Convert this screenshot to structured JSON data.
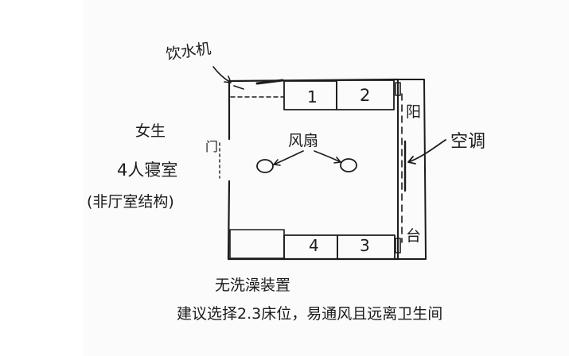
{
  "labels": {
    "water_dispenser": "饮水机",
    "girls": "女生",
    "room": "4人寝室",
    "structure": "(非厅室结构)",
    "door": "门",
    "fan": "风扇",
    "balcony_1": "阳",
    "balcony_2": "台",
    "air_conditioner": "空调",
    "shower": "无洗澡装置",
    "advice": "建议选择2.3床位，易通风且远离卫生间"
  },
  "beds": [
    "1",
    "2",
    "4",
    "3"
  ]
}
